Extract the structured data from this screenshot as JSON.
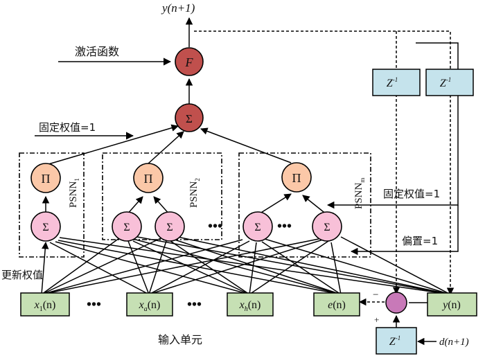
{
  "output": {
    "label": "y(n+1)"
  },
  "activation": {
    "label": "激活函数",
    "node": "F"
  },
  "sum_node": {
    "symbol": "Σ"
  },
  "fixed_weight_top": "固定权值=1",
  "fixed_weight_right": "固定权值=1",
  "bias_label": "偏置=1",
  "update_weights_label": "更新权值",
  "input_unit_label": "输入单元",
  "product_symbol": "Π",
  "sum_symbol": "Σ",
  "psnn": {
    "base": "PSNN",
    "subs": [
      "1",
      "2",
      "m"
    ]
  },
  "delay_top": [
    {
      "base": "Z",
      "sup": "-1"
    },
    {
      "base": "Z",
      "sup": "-1"
    }
  ],
  "delay_bottom": {
    "base": "Z",
    "sup": "-1"
  },
  "inputs": [
    {
      "name": "x",
      "sub": "1",
      "arg": "(n)"
    },
    {
      "name": "x",
      "sub": "a",
      "arg": "(n)"
    },
    {
      "name": "x",
      "sub": "h",
      "arg": "(n)"
    },
    {
      "name": "e",
      "sub": "",
      "arg": "(n)"
    },
    {
      "name": "y",
      "sub": "",
      "arg": "(n)"
    }
  ],
  "desired": {
    "label": "d(n+1)"
  },
  "minus_sign": "−",
  "plus_sign": "+",
  "ellipsis": "•••",
  "colors": {
    "output_node": "#c0504d",
    "product_node": "#fbc8a8",
    "sum_node": "#f8c0d8",
    "input_box": "#c6e0b4",
    "delay_box": "#c5e3ec",
    "comparator": "#c879b8"
  }
}
